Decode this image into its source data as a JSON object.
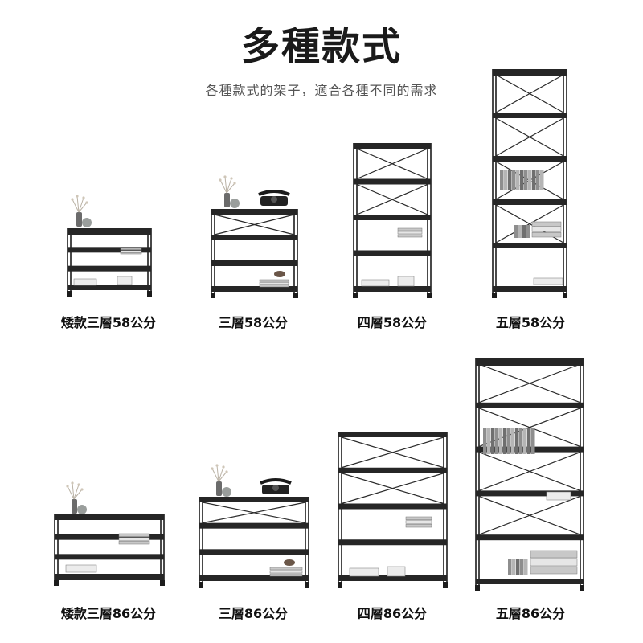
{
  "title": "多種款式",
  "subtitle": "各種款式的架子，適合各種不同的需求",
  "products_58": [
    {
      "label": "矮款三層58公分"
    },
    {
      "label": "三層58公分"
    },
    {
      "label": "四層58公分"
    },
    {
      "label": "五層58公分"
    }
  ],
  "products_86": [
    {
      "label": "矮款三層86公分"
    },
    {
      "label": "三層86公分"
    },
    {
      "label": "四層86公分"
    },
    {
      "label": "五層86公分"
    }
  ]
}
